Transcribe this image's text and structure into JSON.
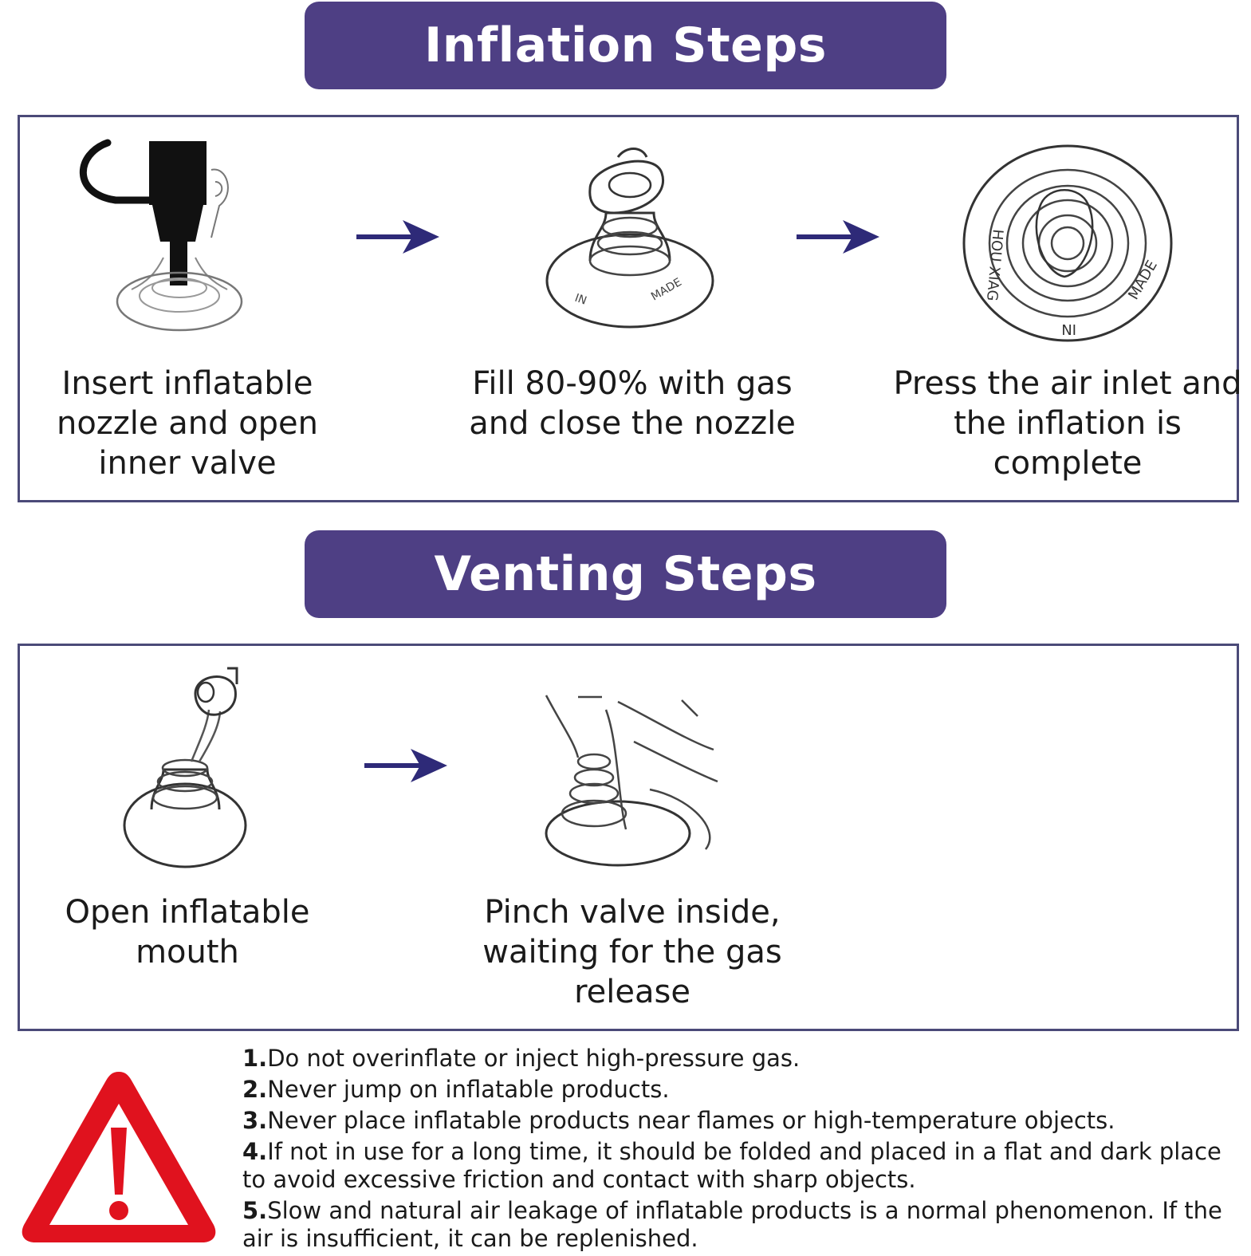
{
  "inflation": {
    "title": "Inflation Steps",
    "steps": [
      {
        "caption": "Insert inflatable nozzle and open inner valve"
      },
      {
        "caption": "Fill 80-90% with gas and close the nozzle"
      },
      {
        "caption": "Press the air inlet and the inflation is complete"
      }
    ]
  },
  "venting": {
    "title": "Venting Steps",
    "steps": [
      {
        "caption": "Open inflatable mouth"
      },
      {
        "caption": "Pinch valve inside, waiting for the gas release"
      }
    ]
  },
  "valve_print": {
    "text1": "MADE",
    "text2": "IN",
    "text3": "HOU XIAG"
  },
  "notes": [
    {
      "num": "1.",
      "text": "Do not overinflate or inject high-pressure gas."
    },
    {
      "num": "2.",
      "text": "Never jump on inflatable products."
    },
    {
      "num": "3.",
      "text": "Never place inflatable products near flames or high-temperature objects."
    },
    {
      "num": "4.",
      "text": "If not in use for a long time, it should be folded and placed in a flat and dark place to avoid excessive friction and contact with sharp objects."
    },
    {
      "num": "5.",
      "text": "Slow and natural air leakage of inflatable products is a normal phenomenon. If the air is insufficient, it can be replenished."
    }
  ],
  "colors": {
    "banner": "#4e3f84",
    "border": "#4b4a78",
    "arrow": "#2e2a78",
    "warning": "#e0121e"
  }
}
